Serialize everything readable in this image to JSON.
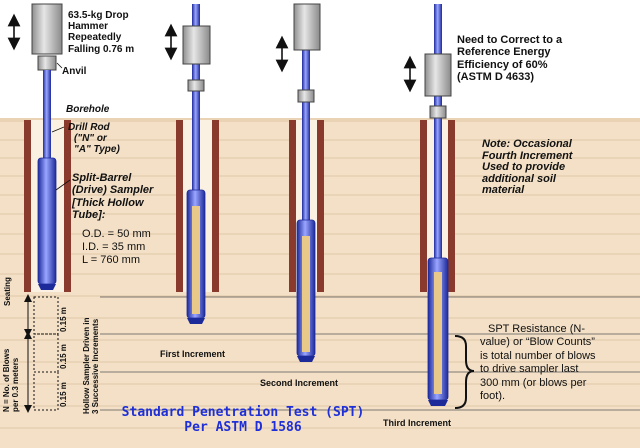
{
  "colors": {
    "soil": "#f3e0c6",
    "soil_line": "#dcc2a0",
    "ground_top": "#ead3b5",
    "borehole_wall": "#8a3a2c",
    "rod": "#3a4bd6",
    "rod_dark": "#1d2a9a",
    "rod_light": "#9aa6ff",
    "hammer": "#cfcfcf",
    "sample": "#e8c98a",
    "caption": "#1e2fd8"
  },
  "hammer": {
    "line1": "63.5-kg Drop",
    "line2": "Hammer",
    "line3": "Repeatedly",
    "line4": "Falling 0.76 m"
  },
  "anvil_label": "Anvil",
  "borehole_label": "Borehole",
  "drill_rod": {
    "line1": "Drill Rod",
    "line2": "(\"N\" or",
    "line3": "\"A\" Type)"
  },
  "sampler": {
    "line1": "Split-Barrel",
    "line2": "(Drive) Sampler",
    "line3": "[Thick Hollow",
    "line4": "Tube]:",
    "od": "O.D. = 50 mm",
    "id": "I.D. = 35 mm",
    "length": "L =  760 mm"
  },
  "correction": {
    "line1": "Need to Correct to a",
    "line2": "Reference Energy",
    "line3": "Efficiency of 60%",
    "line4": "(ASTM D 4633)"
  },
  "note": {
    "line1": "Note: Occasional",
    "line2": "Fourth Increment",
    "line3": "Used to provide",
    "line4": "additional soil",
    "line5": "material"
  },
  "increments": {
    "first": "First Increment",
    "second": "Second Increment",
    "third": "Third Increment"
  },
  "increment_dims": [
    "0.15 m",
    "0.15 m",
    "0.15 m"
  ],
  "seating_label": "Seating",
  "n_label": {
    "line1": "N = No. of Blows",
    "line2": "per 0.3 meters"
  },
  "hollow_label": {
    "line1": "Hollow Sampler Driven in",
    "line2": "3 Successive Increments"
  },
  "spt_resistance": {
    "line1": "SPT Resistance (N-",
    "line2": "value) or “Blow Counts”",
    "line3": "is total number of blows",
    "line4": "to drive sampler last",
    "line5": "300 mm (or blows per",
    "line6": "foot)."
  },
  "caption": {
    "line1": "Standard Penetration Test (SPT)",
    "line2": "Per ASTM D 1586"
  }
}
